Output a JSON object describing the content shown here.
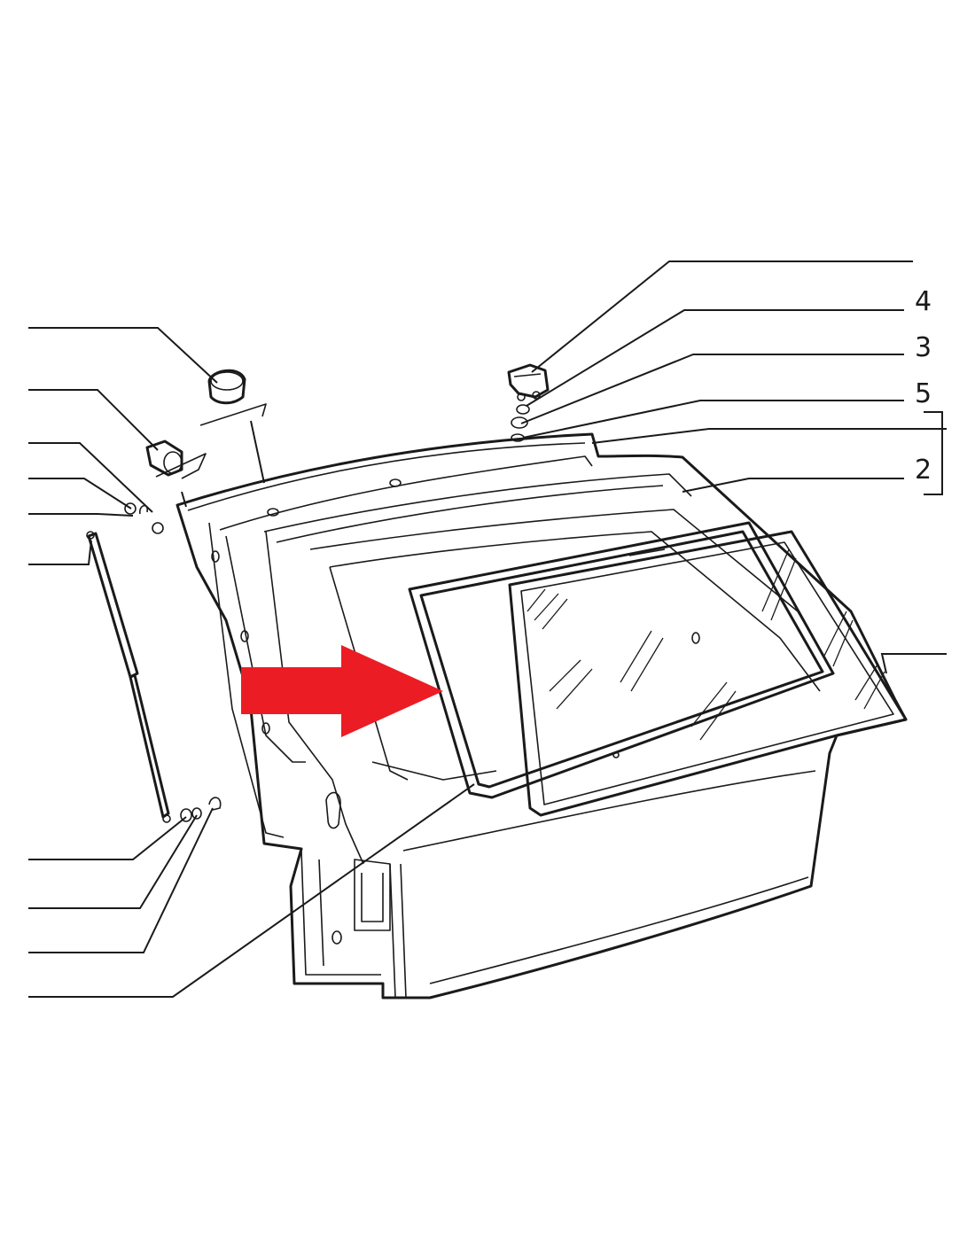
{
  "diagram": {
    "callouts": [
      {
        "id": "4",
        "label": "4"
      },
      {
        "id": "3",
        "label": "3"
      },
      {
        "id": "5",
        "label": "5"
      },
      {
        "id": "2",
        "label": "2"
      }
    ],
    "arrow_color": "#ec1c24",
    "line_color": "#1a1a1a",
    "background": "#ffffff"
  }
}
